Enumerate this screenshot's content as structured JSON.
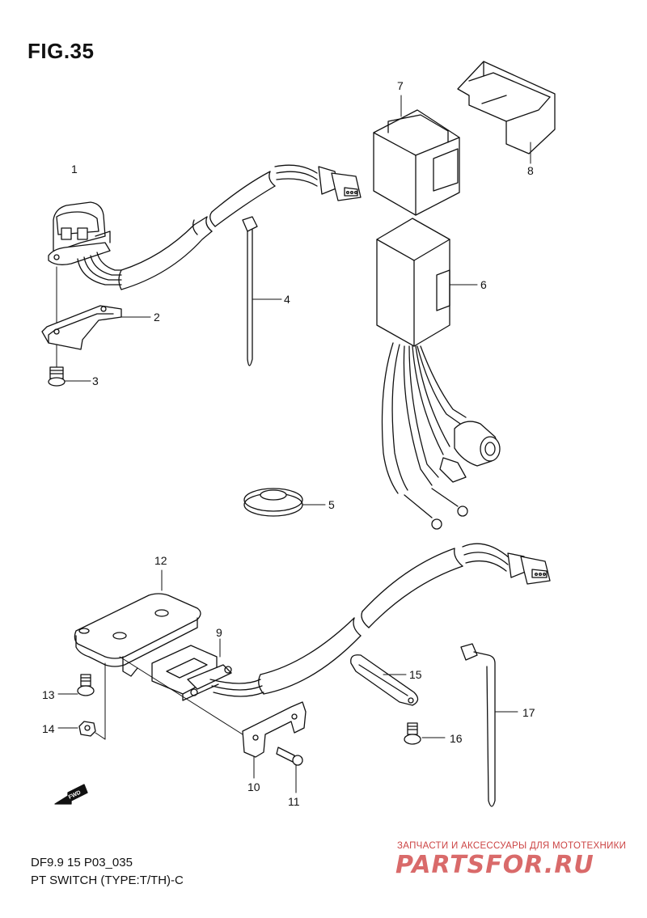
{
  "figure": {
    "title": "FIG.35",
    "model_code": "DF9.9 15 P03_035",
    "caption": "PT SWITCH (TYPE:T/TH)-C"
  },
  "parts": [
    {
      "ref": "1"
    },
    {
      "ref": "2"
    },
    {
      "ref": "3"
    },
    {
      "ref": "4"
    },
    {
      "ref": "5"
    },
    {
      "ref": "6"
    },
    {
      "ref": "7"
    },
    {
      "ref": "8"
    },
    {
      "ref": "9"
    },
    {
      "ref": "10"
    },
    {
      "ref": "11"
    },
    {
      "ref": "12"
    },
    {
      "ref": "13"
    },
    {
      "ref": "14"
    },
    {
      "ref": "15"
    },
    {
      "ref": "16"
    },
    {
      "ref": "17"
    }
  ],
  "direction_marker": "FWD",
  "watermark": {
    "tagline": "ЗАПЧАСТИ И АКСЕССУАРЫ ДЛЯ МОТОТЕХНИКИ",
    "brand": "PARTSFOR.RU",
    "color": "#d96a6a"
  }
}
